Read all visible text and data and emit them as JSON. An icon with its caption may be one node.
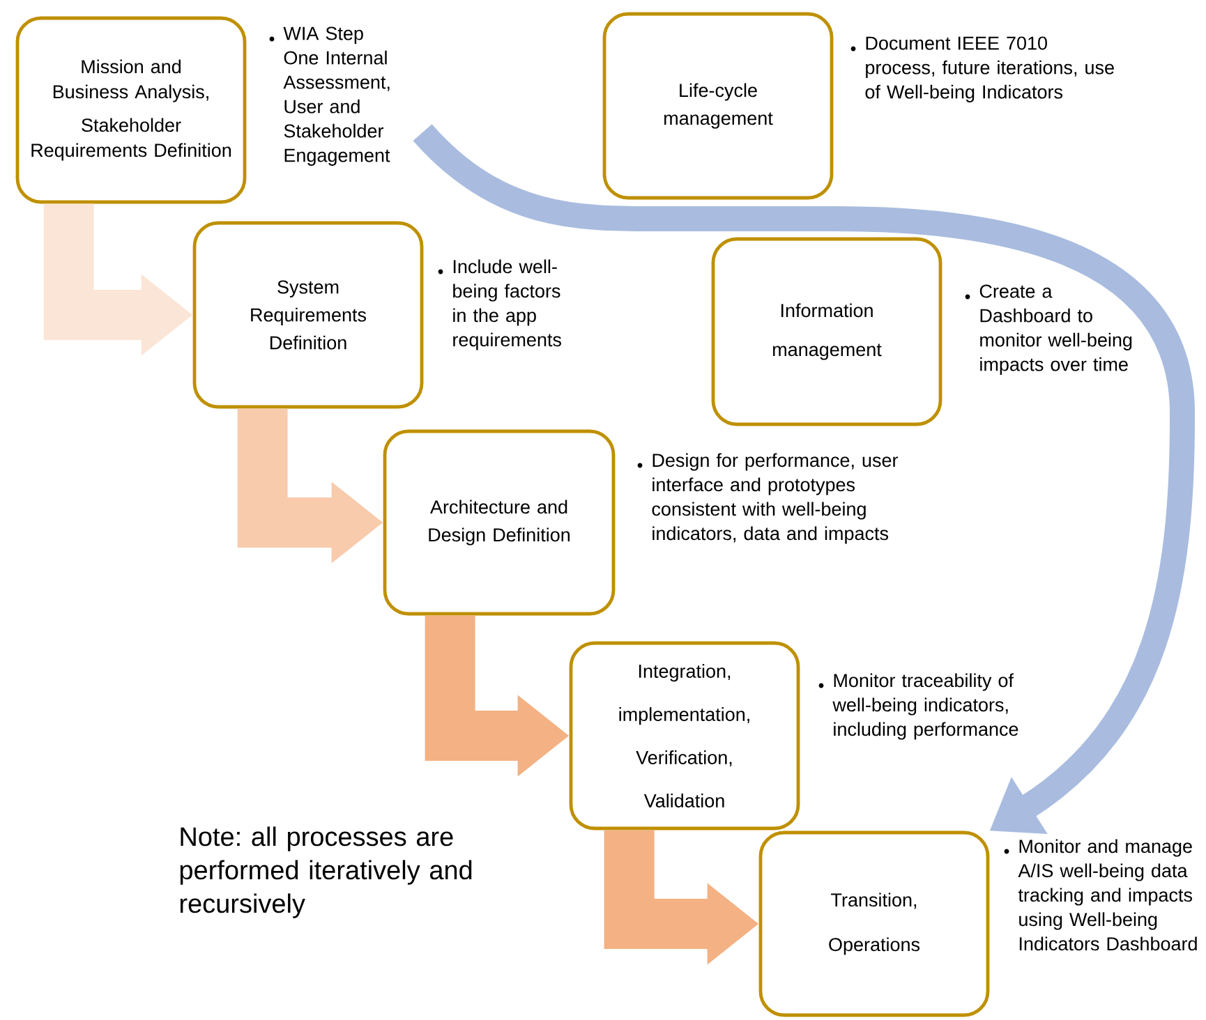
{
  "diagram": {
    "nodes": [
      {
        "text": [
          "Mission and Business Analysis,",
          "Stakeholder Requirements Definition"
        ],
        "beside": [
          "WIA Step One Internal Assessment, User and Stakeholder Engagement"
        ]
      },
      {
        "text": [
          "Life-cycle management"
        ],
        "beside": [
          "Document IEEE  7010 process, future iterations, use of Well-being Indicators"
        ]
      },
      {
        "text": [
          "System Requirements Definition"
        ],
        "beside": [
          "Include well-being factors in the app requirements"
        ]
      },
      {
        "text": [
          "Information management"
        ],
        "beside": [
          "Create a Dashboard to monitor well-being impacts over time"
        ]
      },
      {
        "text": [
          "Architecture and Design Definition"
        ],
        "beside": [
          "Design for performance, user interface and prototypes consistent with well-being indicators, data and impacts"
        ]
      },
      {
        "text": [
          "Integration, implementation, Verification, Validation"
        ],
        "beside": [
          "Monitor traceability of well-being indicators, including performance"
        ]
      },
      {
        "text": [
          "Transition, Operations"
        ],
        "beside": [
          "Monitor and manage A/IS  well-being data tracking and impacts using Well-being Indicators Dashboard"
        ]
      }
    ],
    "edges": [
      {
        "from": 0,
        "to": 2,
        "arrow": "to",
        "color": "#fbe5d6"
      },
      {
        "from": 2,
        "to": 4,
        "arrow": "to",
        "color": "#f8cbad"
      },
      {
        "from": 4,
        "to": 5,
        "arrow": "to",
        "color": "#f4b183"
      },
      {
        "from": 5,
        "to": 6,
        "arrow": "to",
        "color": "#f4b183"
      },
      {
        "from": null,
        "to": 6,
        "arrow": "to",
        "color": "#a9bcdf"
      }
    ],
    "labels": [
      "Note: all processes are performed iteratively and recursively"
    ]
  }
}
